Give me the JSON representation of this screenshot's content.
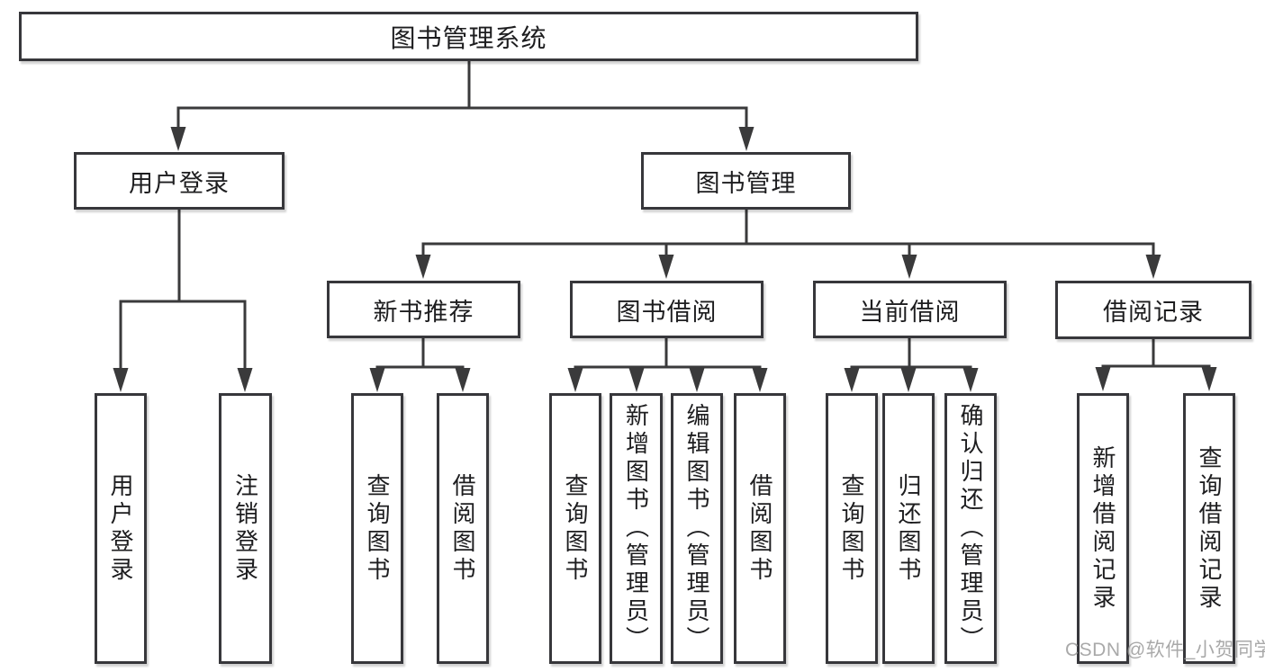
{
  "tree": {
    "label": "图书管理系统",
    "children": [
      {
        "label": "用户登录",
        "children": [
          {
            "label": "用户登录"
          },
          {
            "label": "注销登录"
          }
        ]
      },
      {
        "label": "图书管理",
        "children": [
          {
            "label": "新书推荐",
            "children": [
              {
                "label": "查询图书"
              },
              {
                "label": "借阅图书"
              }
            ]
          },
          {
            "label": "图书借阅",
            "children": [
              {
                "label": "查询图书"
              },
              {
                "label": "新增图书（管理员）"
              },
              {
                "label": "编辑图书（管理员）"
              },
              {
                "label": "借阅图书"
              }
            ]
          },
          {
            "label": "当前借阅",
            "children": [
              {
                "label": "查询图书"
              },
              {
                "label": "归还图书"
              },
              {
                "label": "确认归还（管理员）"
              }
            ]
          },
          {
            "label": "借阅记录",
            "children": [
              {
                "label": "新增借阅记录"
              },
              {
                "label": "查询借阅记录"
              }
            ]
          }
        ]
      }
    ]
  },
  "watermark": {
    "text": "CSDN @软件_小贺同学"
  },
  "colors": {
    "line": "#3a3a3b",
    "border": "#37373b",
    "text": "#1d1d1f",
    "background": "#ffffff",
    "watermark_gray": "#9b9b9b"
  }
}
